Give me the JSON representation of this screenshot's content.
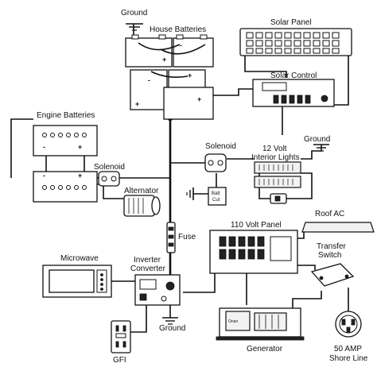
{
  "labels": {
    "ground_top": "Ground",
    "house_batteries": "House Batteries",
    "solar_panel": "Solar Panel",
    "solar_control": "Solar Control",
    "engine_batteries": "Engine Batteries",
    "solenoid_left": "Solenoid",
    "solenoid_right": "Solenoid",
    "ground_right": "Ground",
    "interior_lights_line1": "12 Volt",
    "interior_lights_line2": "Interior Lights",
    "alternator": "Alternator",
    "batt_cut_line1": "Batt",
    "batt_cut_line2": "Cut",
    "fuse": "Fuse",
    "roof_ac": "Roof  AC",
    "panel_110": "110 Volt Panel",
    "microwave": "Microwave",
    "inverter_line1": "Inverter",
    "inverter_line2": "Converter",
    "transfer_line1": "Transfer",
    "transfer_line2": "Switch",
    "ground_bottom": "Ground",
    "generator": "Generator",
    "generator_brand": "Onan",
    "gfi": "GFI",
    "shore_line1": "50 AMP",
    "shore_line2": "Shore Line"
  },
  "terminals": {
    "plus": "+",
    "minus": "-"
  },
  "colors": {
    "line": "#111111",
    "background": "#ffffff",
    "fill_light": "#f2f2f2",
    "fill_dark": "#222222"
  }
}
